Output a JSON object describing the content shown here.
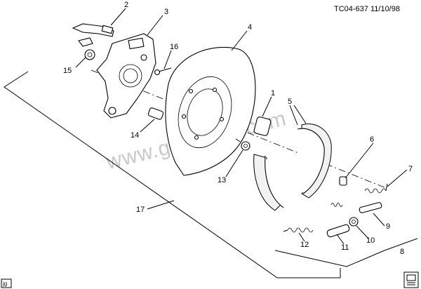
{
  "header": {
    "reference": "TC04-637 11/10/98"
  },
  "watermark": {
    "text": "www.gmsklad.com"
  },
  "footer": {
    "tag": "jg"
  },
  "callouts": {
    "c1": "1",
    "c2": "2",
    "c3": "3",
    "c4": "4",
    "c5": "5",
    "c6": "6",
    "c7": "7",
    "c8": "8",
    "c9": "9",
    "c10": "10",
    "c11": "11",
    "c12": "12",
    "c13": "13",
    "c14": "14",
    "c15": "15",
    "c16": "16",
    "c17": "17"
  },
  "icons": {
    "corner_icon": "document-book-icon"
  }
}
